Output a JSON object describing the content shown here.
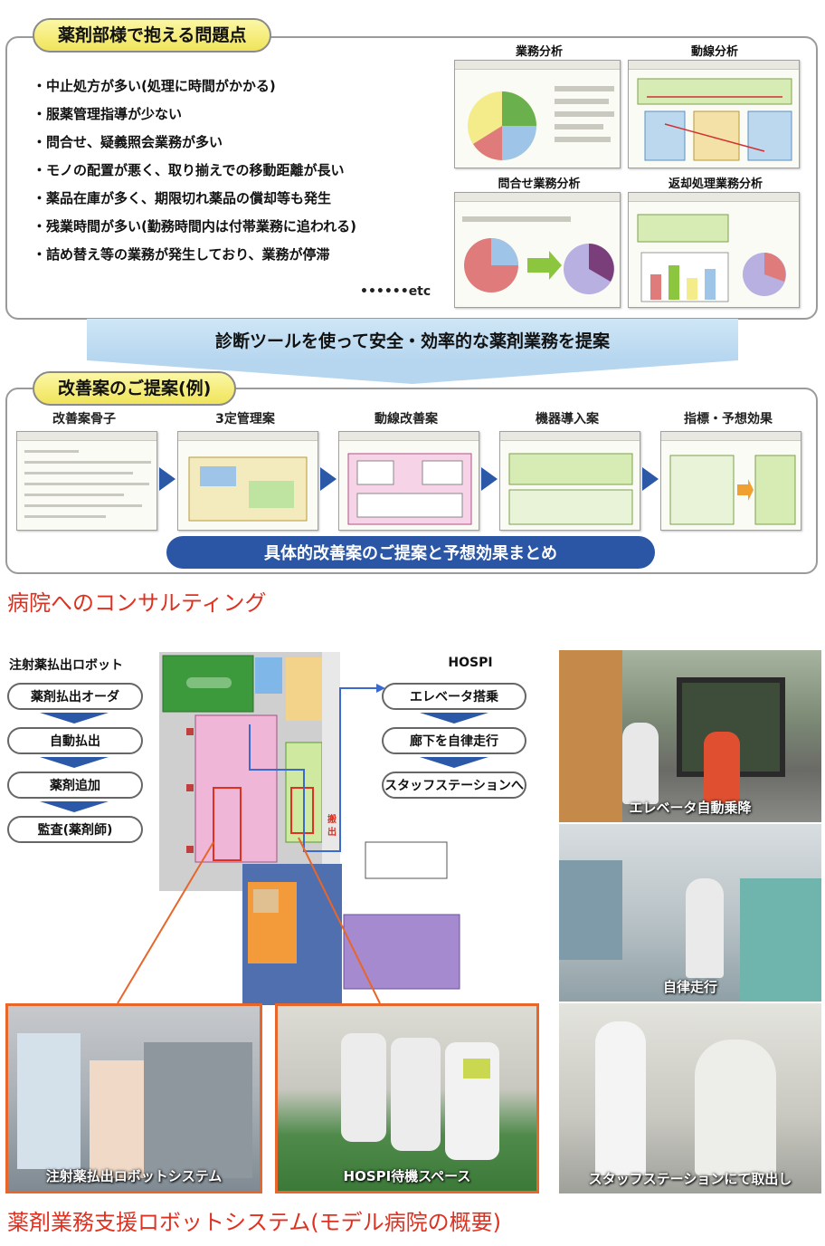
{
  "problems": {
    "title": "薬剤部様で抱える問題点",
    "items": [
      "・中止処方が多い(処理に時間がかかる)",
      "・服薬管理指導が少ない",
      "・問合せ、疑義照会業務が多い",
      "・モノの配置が悪く、取り揃えでの移動距離が長い",
      "・薬品在庫が多く、期限切れ薬品の償却等も発生",
      "・残業時間が多い(勤務時間内は付帯業務に追われる)",
      "・詰め替え等の業務が発生しており、業務が停滞"
    ],
    "etc": "••••••etc",
    "analyses": [
      "業務分析",
      "動線分析",
      "問合せ業務分析",
      "返却処理業務分析"
    ]
  },
  "banner": "診断ツールを使って安全・効率的な薬剤業務を提案",
  "proposal": {
    "title": "改善案のご提案(例)",
    "steps": [
      "改善案骨子",
      "3定管理案",
      "動線改善案",
      "機器導入案",
      "指標・予想効果"
    ],
    "summary": "具体的改善案のご提案と予想効果まとめ"
  },
  "caption_consulting": "病院へのコンサルティング",
  "injection_flow": {
    "title": "注射薬払出ロボット",
    "steps": [
      "薬剤払出オーダ",
      "自動払出",
      "薬剤追加",
      "監査(薬剤師)"
    ]
  },
  "hospi_flow": {
    "title": "HOSPI",
    "steps": [
      "エレベータ搭乗",
      "廊下を自律走行",
      "スタッフステーションへ"
    ]
  },
  "photos": {
    "elevator": "エレベータ自動乗降",
    "corridor": "自律走行",
    "station": "スタッフステーションにて取出し",
    "injection_robot": "注射薬払出ロボットシステム",
    "hospi_standby": "HOSPI待機スペース"
  },
  "caption_robot": "薬剤業務支援ロボットシステム(モデル病院の概要)",
  "colors": {
    "accent_red": "#e03020",
    "flow_blue": "#2c58a8",
    "title_yellow": "#f0e45a",
    "banner_blue": "#b6d6ef"
  }
}
